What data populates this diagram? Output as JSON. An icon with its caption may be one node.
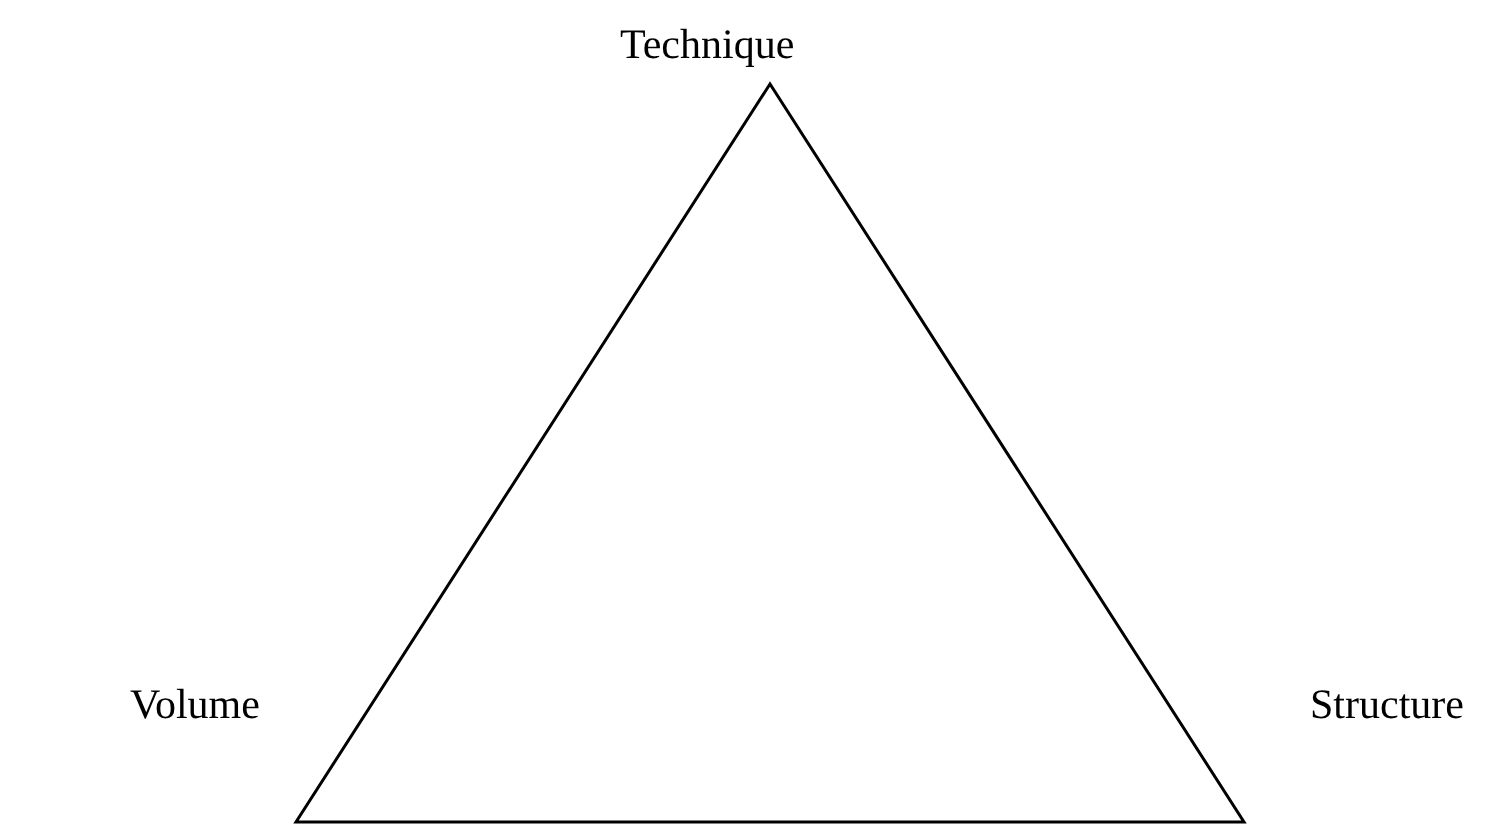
{
  "diagram": {
    "labels": [
      "Technique",
      "Volume",
      "Structure"
    ]
  }
}
